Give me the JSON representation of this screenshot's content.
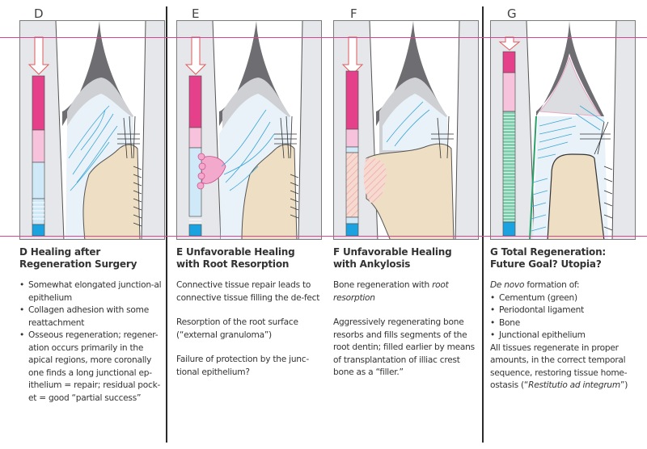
{
  "figure": {
    "panels": [
      {
        "letter": "D",
        "title_line1": "D  Healing after",
        "title_line2": "Regeneration Surgery",
        "bullets": [
          "Somewhat elongated junction-al epithelium",
          "Collagen adhesion with some reattachment",
          "Osseous regeneration; regener-ation occurs primarily in the apical regions, more coronally one finds a long junctional ep-ithelium = repair; residual pock-et = good “partial success”"
        ],
        "bar_segments": [
          "magenta",
          "pink",
          "light-blue",
          "striped-blue",
          "blue"
        ]
      },
      {
        "letter": "E",
        "title_line1": "E  Unfavorable Healing",
        "title_line2": "with Root Resorption",
        "paragraphs": [
          "Connective tissue repair leads to connective tissue filling the de-fect",
          "Resorption of the root surface (“external granuloma”)",
          "Failure of protection by the junc-tional epithelium?"
        ],
        "bar_segments": [
          "magenta",
          "pink",
          "light-blue-with-resorption",
          "striped-blue",
          "blue"
        ]
      },
      {
        "letter": "F",
        "title_line1": "F  Unfavorable Healing",
        "title_line2": "with Ankylosis",
        "p1_normal": "Bone regeneration with ",
        "p1_italic": "root resorption",
        "paragraphs": [
          "Aggressively regenerating bone resorbs and fills segments of the root dentin; filled earlier by means of transplantation of illiac crest bone as a “filler.”"
        ],
        "bar_segments": [
          "magenta",
          "pink",
          "light-blue",
          "hatched-bone",
          "blue"
        ]
      },
      {
        "letter": "G",
        "title_line1": "G  Total Regeneration:",
        "title_line2": "Future Goal? Utopia?",
        "intro_italic": "De novo",
        "intro_normal": " formation of:",
        "bullets": [
          "Cementum (green)",
          "Periodontal ligament",
          "Bone",
          "Junctional epithelium"
        ],
        "closing_normal": "All tissues regenerate in proper amounts, in the correct temporal sequence, restoring tissue home-ostasis (“",
        "closing_italic": "Restitutio ad integrum",
        "closing_end": "”)",
        "bar_segments": [
          "magenta",
          "pink",
          "striped-green",
          "blue"
        ]
      }
    ],
    "colors": {
      "magenta": "#e5408a",
      "pink": "#f7c3dc",
      "light_blue": "#cfe9f8",
      "blue": "#1aa3e0",
      "green": "#7fcfae",
      "bone": "#eedfc4",
      "gingiva_dark": "#6e6e72",
      "reference_line": "#d7468f"
    }
  }
}
